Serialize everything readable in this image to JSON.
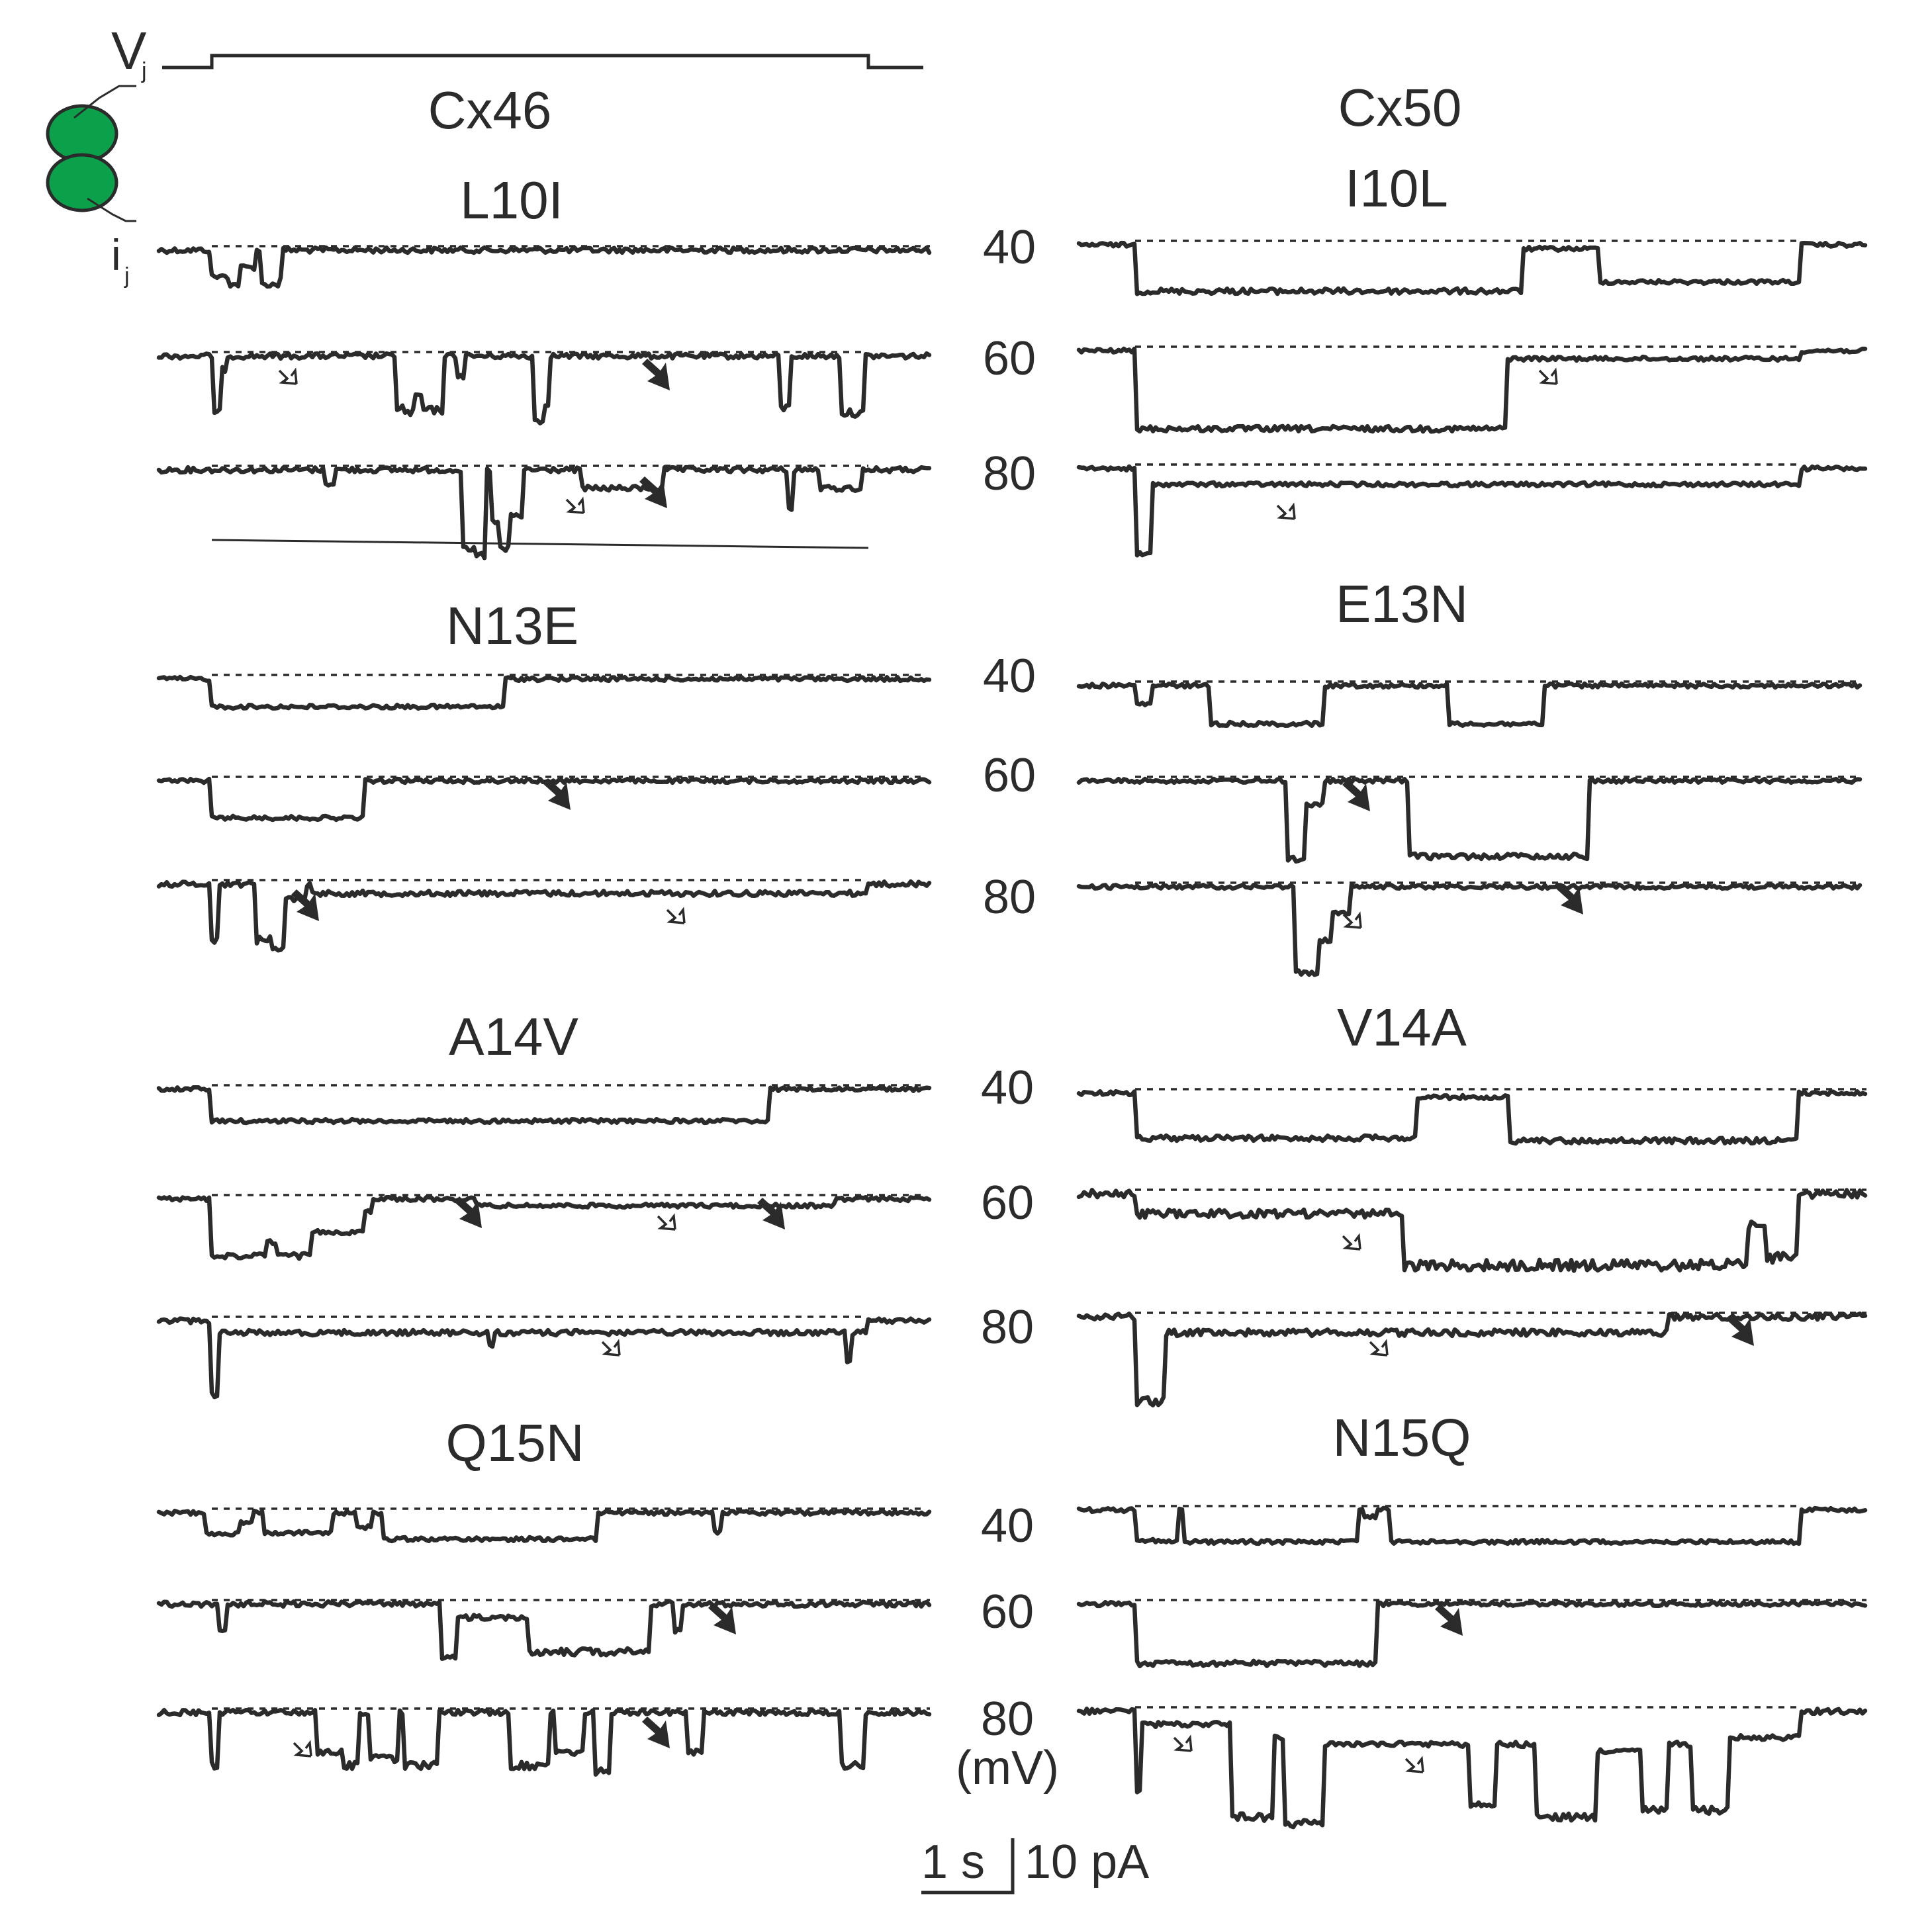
{
  "vj_label": "V",
  "vj_sub": "j",
  "ij_label": "i",
  "ij_sub": "j",
  "columns": [
    {
      "id": "cx46",
      "title": "Cx46"
    },
    {
      "id": "cx50",
      "title": "Cx50"
    }
  ],
  "left_mutants": [
    "L10I",
    "N13E",
    "A14V",
    "Q15N"
  ],
  "right_mutants": [
    "I10L",
    "E13N",
    "V14A",
    "N15Q"
  ],
  "voltages": [
    "40",
    "60",
    "80"
  ],
  "voltage_unit": "(mV)",
  "scale_time": "1 s",
  "scale_current": "10 pA",
  "colors": {
    "trace": "#2b2b2b",
    "cell": "#0aa14a"
  }
}
